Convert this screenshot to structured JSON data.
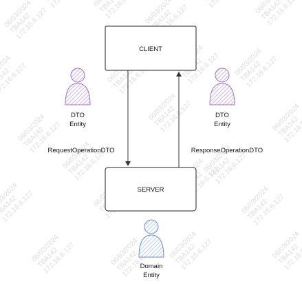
{
  "watermark": {
    "lines": [
      "06/03/2024",
      "TBA142",
      "172.16.6.127"
    ]
  },
  "nodes": {
    "client": {
      "label": "CLIENT"
    },
    "server": {
      "label": "SERVER"
    }
  },
  "actors": {
    "dto_left": {
      "line1": "DTO",
      "line2": "Entity",
      "color": "#d9c7ee",
      "stroke": "#9b6fc8"
    },
    "dto_right": {
      "line1": "DTO",
      "line2": "Entity",
      "color": "#d9c7ee",
      "stroke": "#9b6fc8"
    },
    "domain": {
      "line1": "Domain",
      "line2": "Entity",
      "color": "#c7daf2",
      "stroke": "#6d8fc2"
    }
  },
  "edges": {
    "request": {
      "label": "RequestOperationDTO"
    },
    "response": {
      "label": "ResponseOperationDTO"
    }
  }
}
